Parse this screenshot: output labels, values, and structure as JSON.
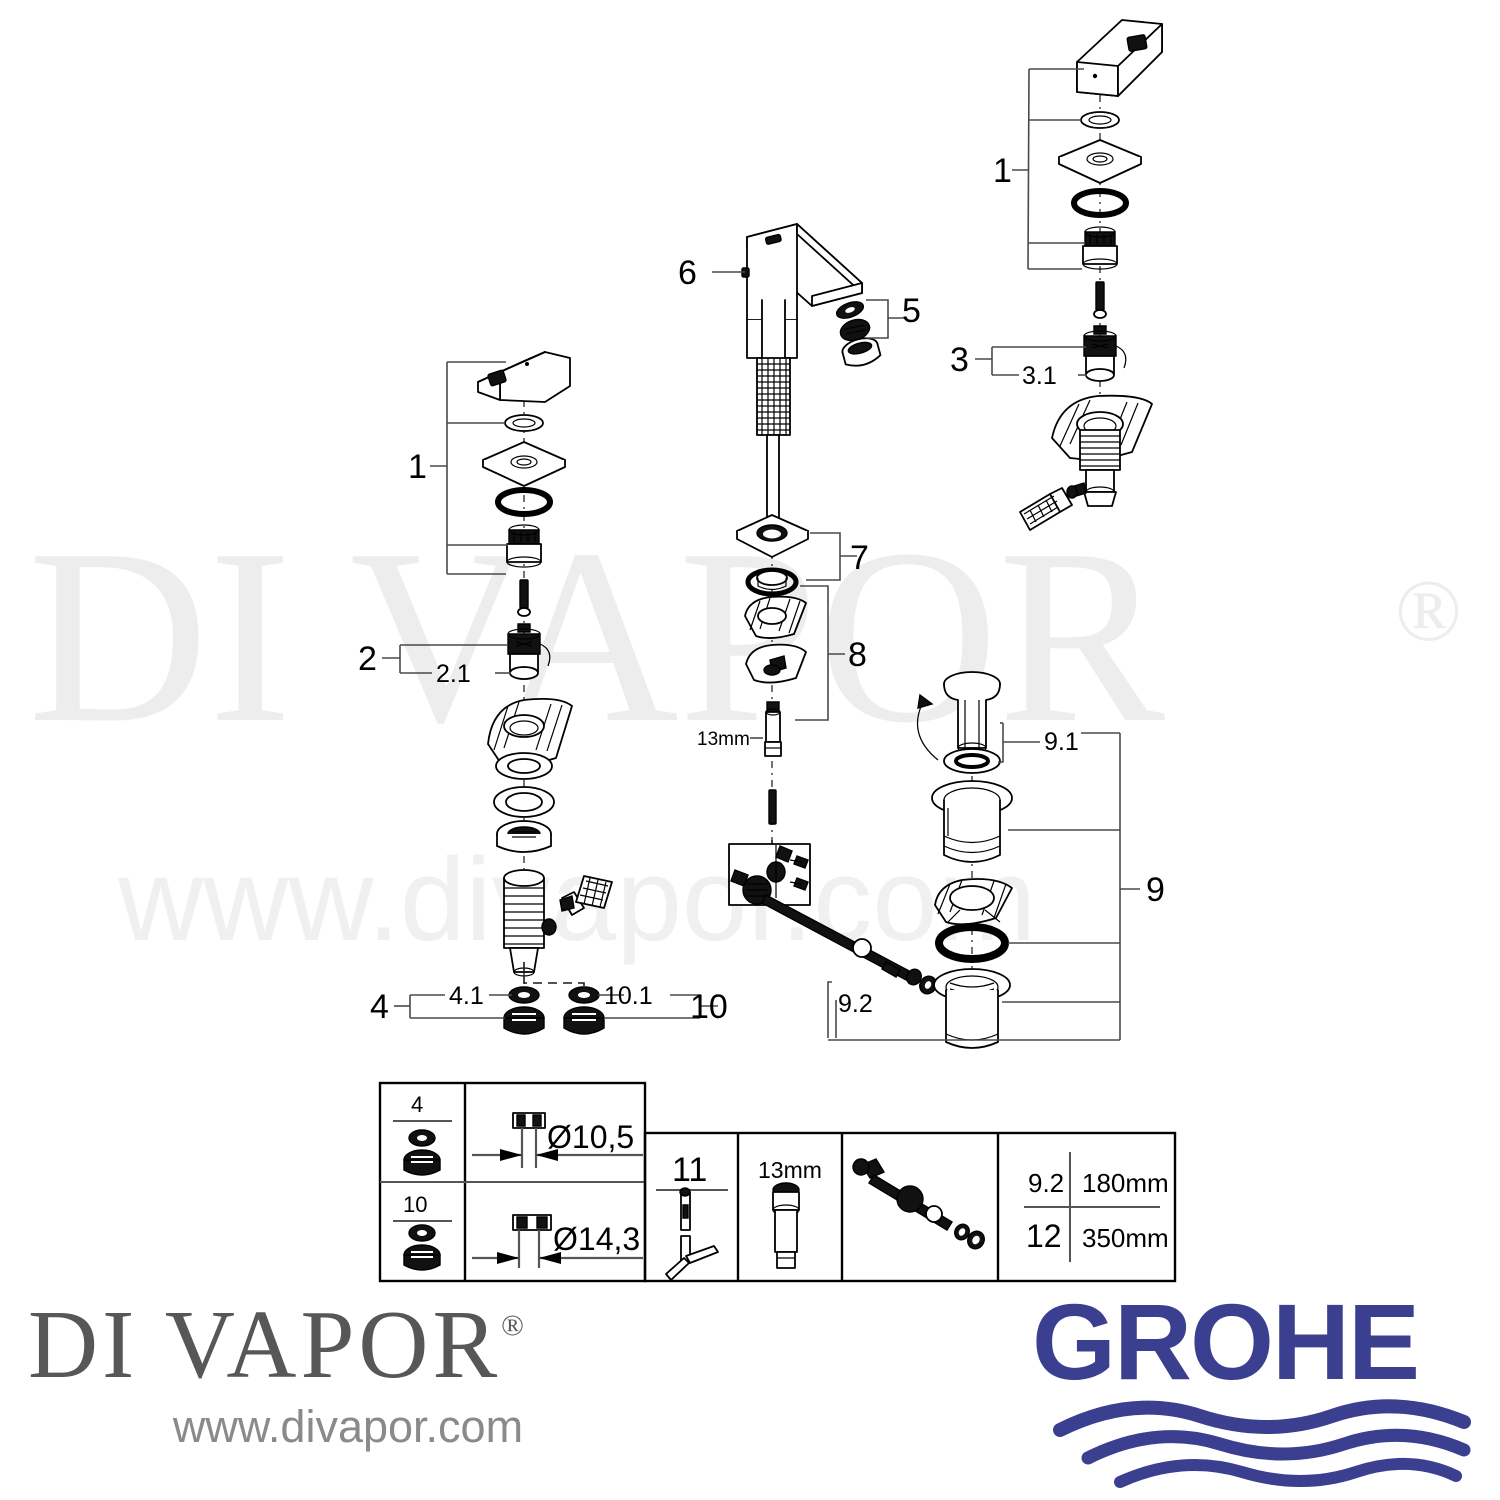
{
  "document": {
    "type": "exploded-parts-diagram",
    "product": "GROHE basin mixer tap spare parts"
  },
  "watermark": {
    "brand_text": "DI VAPOR",
    "registered_mark": "®",
    "url_text": "www.divapor.com"
  },
  "callouts": {
    "left_assembly": {
      "item_1": "1",
      "item_2": "2",
      "item_2_1": "2.1"
    },
    "right_assembly": {
      "item_1": "1",
      "item_3": "3",
      "item_3_1": "3.1"
    },
    "center_assembly": {
      "item_6": "6",
      "item_5": "5",
      "item_7": "7",
      "item_8": "8",
      "spanner_13mm": "13mm"
    },
    "waste_assembly": {
      "item_9": "9",
      "item_9_1": "9.1",
      "item_9_2": "9.2"
    },
    "fixings": {
      "item_4": "4",
      "item_4_1": "4.1",
      "item_10_1": "10.1",
      "item_10": "10"
    }
  },
  "legend_table": {
    "rows": [
      {
        "item": "4",
        "diameter": "Ø10,5"
      },
      {
        "item": "10",
        "diameter": "Ø14,3"
      }
    ],
    "tool_cell": {
      "item": "11"
    },
    "socket_cell": {
      "size": "13mm"
    },
    "rod_cell": {
      "label": ""
    },
    "length_table": [
      {
        "item": "9.2",
        "length": "180mm"
      },
      {
        "item": "12",
        "length": "350mm"
      }
    ]
  },
  "footer": {
    "divapor": {
      "name": "DI VAPOR",
      "registered": "®",
      "url": "www.divapor.com"
    },
    "grohe": {
      "wordmark": "GROHE",
      "color": "#3b3f8f"
    }
  },
  "colors": {
    "background": "#ffffff",
    "line": "#000000",
    "leader_line": "#4a4a4a",
    "watermark": "#ededed",
    "divapor_text": "#575757",
    "divapor_url": "#8a8a8a",
    "grohe_blue": "#3b3f8f"
  }
}
